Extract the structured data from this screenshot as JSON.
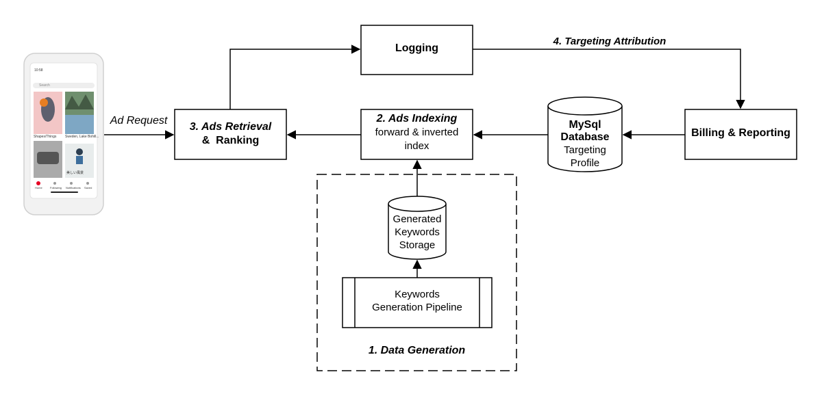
{
  "nodes": {
    "logging": "Logging",
    "ads_retrieval": {
      "line1": "3. Ads Retrieval",
      "line2": "&  Ranking"
    },
    "ads_indexing": {
      "line1": "2. Ads Indexing",
      "line2": "forward & inverted",
      "line3": "index"
    },
    "mysql": {
      "line1": "MySql",
      "line2": "Database",
      "line3": "Targeting",
      "line4": "Profile"
    },
    "billing": "Billing & Reporting",
    "keywords_storage": {
      "line1": "Generated",
      "line2": "Keywords",
      "line3": "Storage"
    },
    "pipeline": {
      "line1": "Keywords",
      "line2": "Generation Pipeline"
    },
    "data_generation": "1. Data Generation"
  },
  "edges": {
    "ad_request": "Ad Request",
    "targeting_attribution": "4. Targeting Attribution"
  },
  "phone": {
    "time": "10:58",
    "search_placeholder": "Search",
    "card1_caption": "Shapes/Things",
    "card2_caption": "Sweden, Lake Bohill...",
    "card4_caption": "美しい風景",
    "nav": [
      "Home",
      "Following",
      "Notifications",
      "Saved"
    ]
  },
  "colors": {
    "line": "#000000",
    "phone_body": "#f2f2f2",
    "phone_screen": "#ffffff"
  }
}
